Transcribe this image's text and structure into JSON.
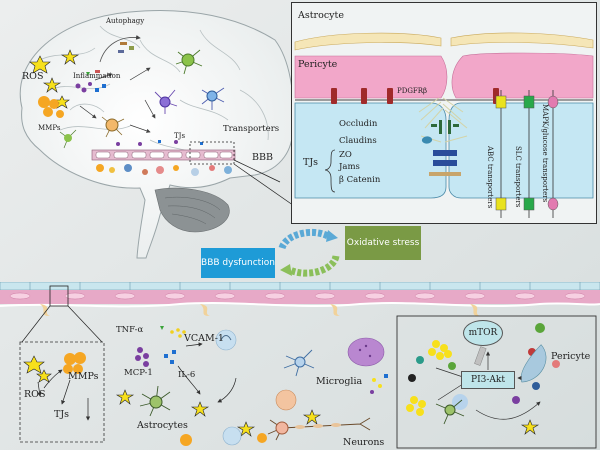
{
  "brain": {
    "autophagy": "Autophagy",
    "ros": "ROS",
    "inflammation": "Inflammation",
    "mmps": "MMPs",
    "tjs": "TJs",
    "transporters": "Transporters",
    "bbb": "BBB"
  },
  "inset": {
    "astrocyte": "Astrocyte",
    "pericyte": "Pericyte",
    "pdgfr": "PDGFRβ",
    "tjs": "TJs",
    "tj_proteins": [
      "Occludin",
      "Claudins",
      "ZO",
      "Jams",
      "β Catenin"
    ],
    "transporters": [
      "ABC transporters",
      "SLC transporters",
      "MAPK/glucose transporters"
    ]
  },
  "center": {
    "bbb_dysfunction": "BBB dysfunction",
    "oxidative_stress": "Oxidative stress"
  },
  "bottom_left_box": {
    "mmps": "MMPs",
    "ros": "ROS",
    "tjs": "TJs"
  },
  "bottom_middle": {
    "tnf": "TNF-α",
    "vcam": "VCAM-1",
    "mcp": "MCP-1",
    "il6": "IL-6",
    "astrocytes": "Astrocytes",
    "microglia": "Microglia",
    "neurons": "Neurons"
  },
  "bottom_right_box": {
    "mtor": "mTOR",
    "pi3k": "PI3-Akt",
    "pericyte": "Pericyte"
  },
  "colors": {
    "bbb_box": "#1e9bd7",
    "oxidative_box": "#7a9a45",
    "pericyte_pink": "#f2a7c9",
    "endothelium_blue": "#c5e7f3",
    "astro_yellow": "#f5e6b7",
    "mtor_fill": "#bfe5ea",
    "pi3k_fill": "#bfe5ea"
  }
}
